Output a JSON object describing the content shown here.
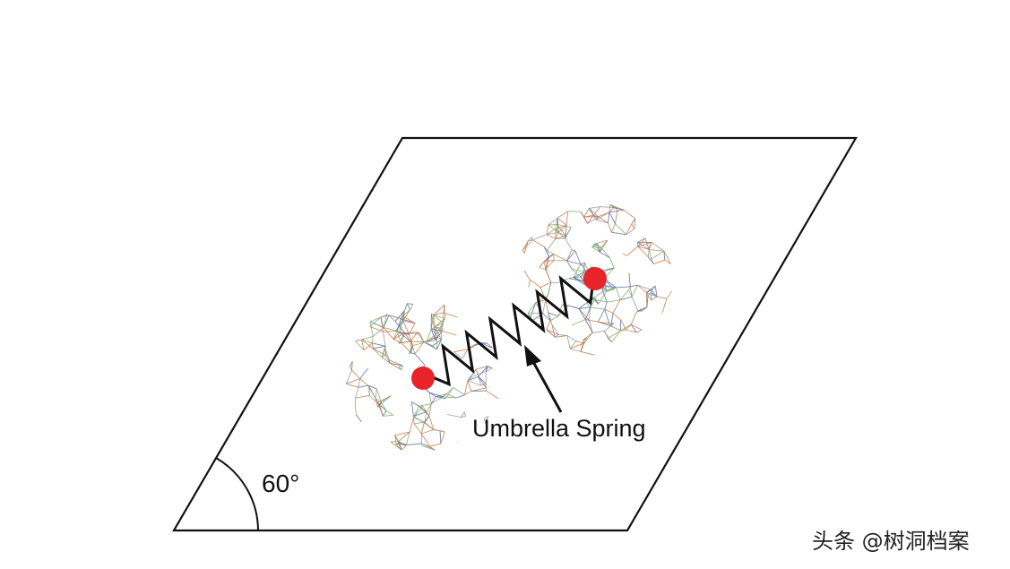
{
  "diagram": {
    "angle_label": "60°",
    "spring_label": "Umbrella Spring",
    "watermark": "头条 @树洞档案",
    "colors": {
      "outline": "#111111",
      "center": "#e8232a",
      "network_warm": "#c8794a",
      "network_green": "#7fae6a",
      "network_blue": "#5a6fa8",
      "network_gray": "#9a9a9a"
    }
  }
}
